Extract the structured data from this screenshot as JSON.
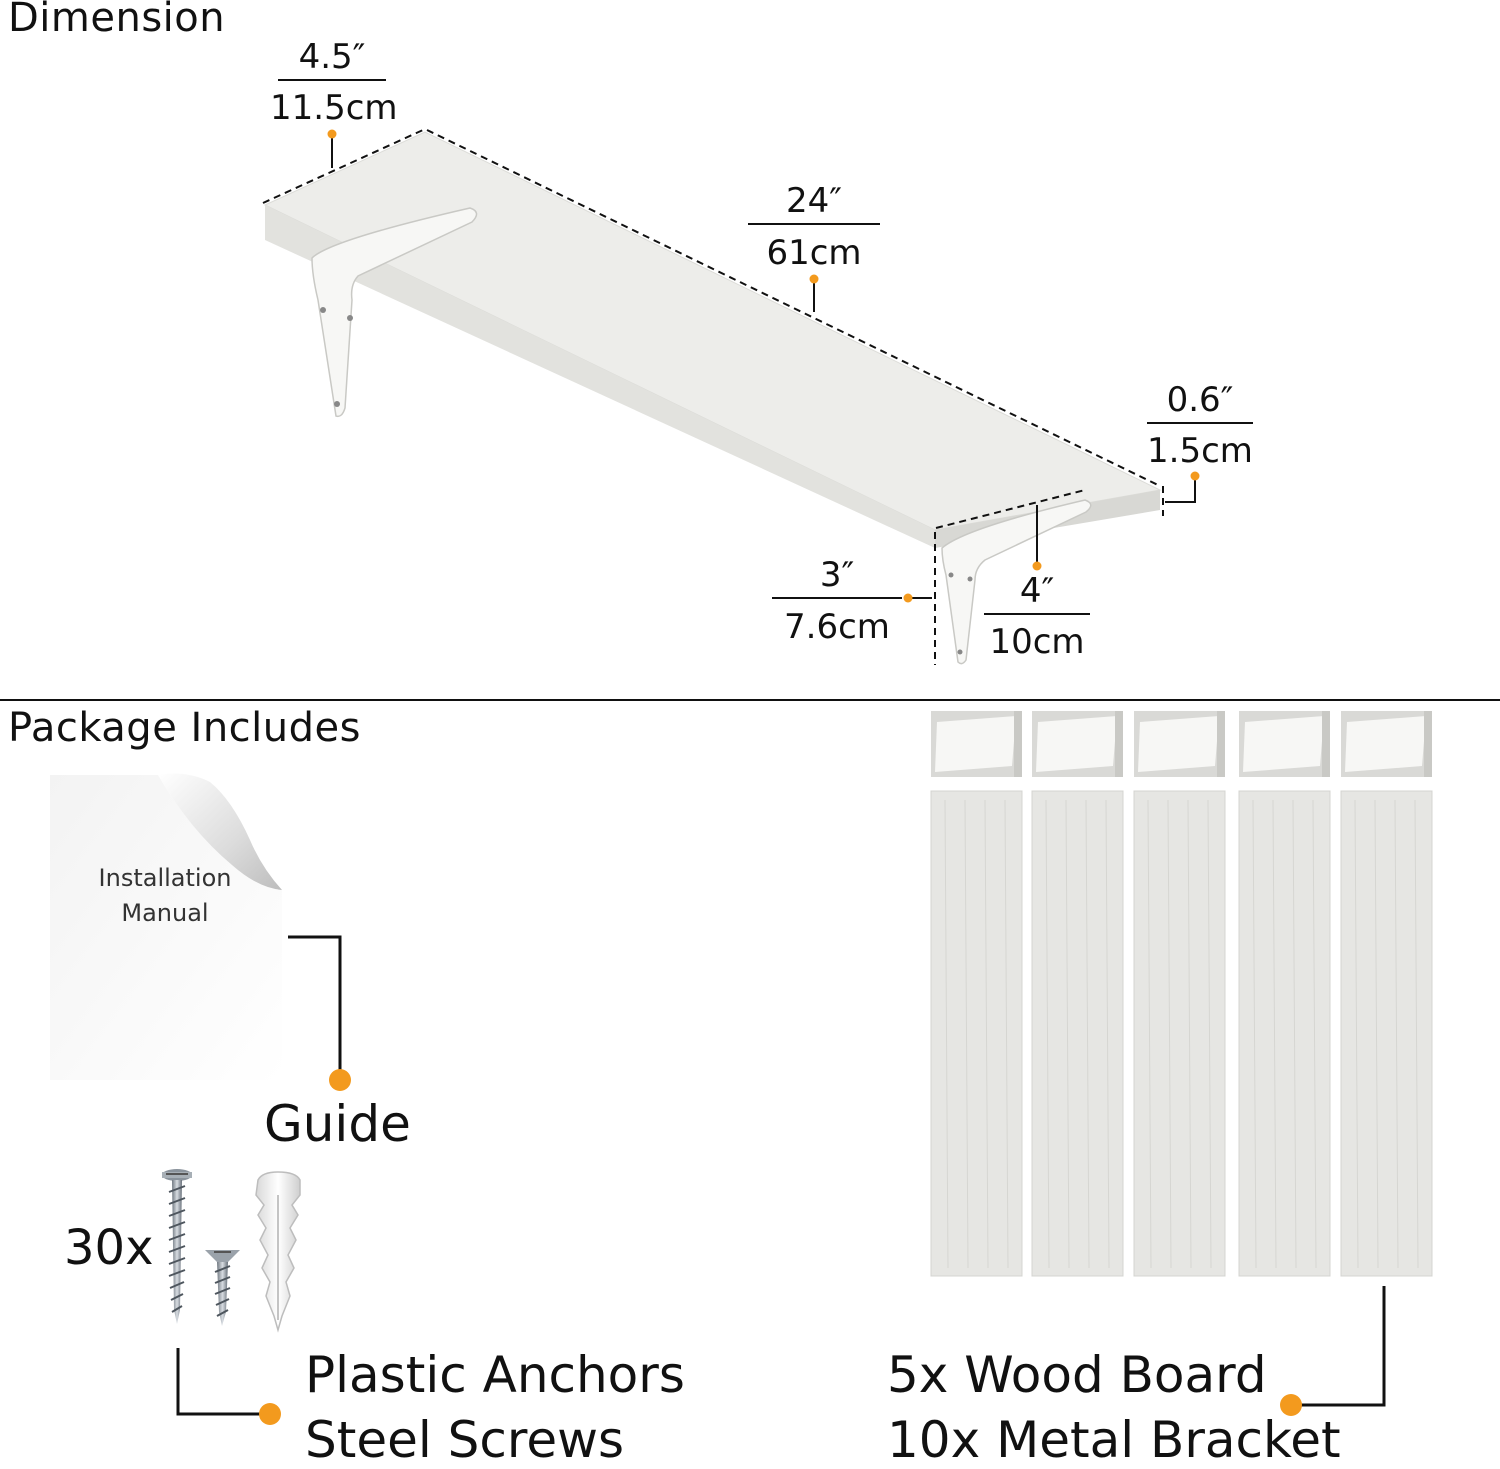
{
  "sections": {
    "dimension_title": "Dimension",
    "package_title": "Package Includes"
  },
  "dimensions": {
    "width": {
      "inch": "4.5″",
      "cm": "11.5cm"
    },
    "length": {
      "inch": "24″",
      "cm": "61cm"
    },
    "thickness": {
      "inch": "0.6″",
      "cm": "1.5cm"
    },
    "bracket_height": {
      "inch": "3″",
      "cm": "7.6cm"
    },
    "bracket_depth": {
      "inch": "4″",
      "cm": "10cm"
    }
  },
  "package": {
    "manual_line1": "Installation",
    "manual_line2": "Manual",
    "guide_label": "Guide",
    "hardware_count": "30x",
    "hardware_line1": "Plastic Anchors",
    "hardware_line2": "Steel Screws",
    "boards_line1": "5x Wood Board",
    "boards_line2": "10x Metal Bracket",
    "board_count": 5
  },
  "colors": {
    "accent": "#f39a1e",
    "line": "#111111",
    "board": "#e6e6e3",
    "board_edge": "#d4d4d0",
    "bracket": "#f7f7f5"
  }
}
